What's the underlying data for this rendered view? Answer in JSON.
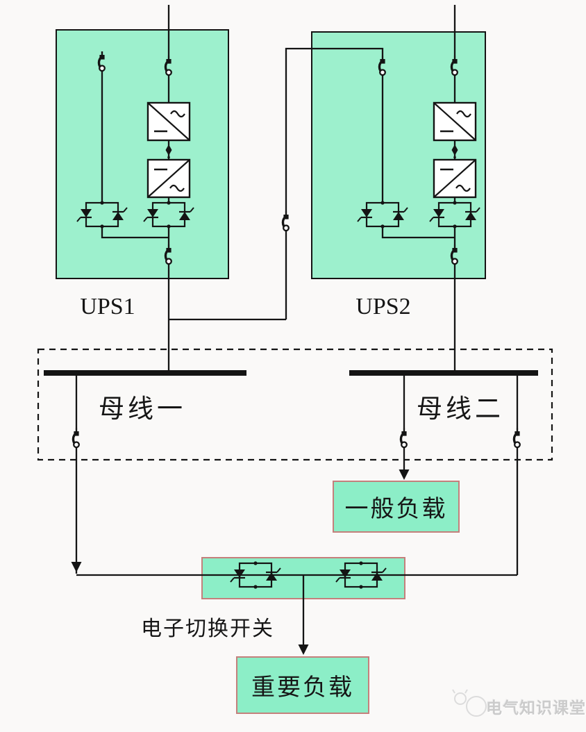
{
  "diagram": {
    "ups1_label": "UPS1",
    "ups2_label": "UPS2",
    "bus1_label": "母线一",
    "bus2_label": "母线二",
    "general_load_label": "一般负载",
    "transfer_switch_label": "电子切换开关",
    "critical_load_label": "重要负载"
  },
  "watermark": {
    "text": "电气知识课堂"
  },
  "colors": {
    "ups_box_fill": "#9df0cd",
    "ups_box_border": "#141414",
    "load_box_fill": "#8ceec7",
    "load_box_border": "#c4807c",
    "wire": "#141414",
    "background": "#faf9f8",
    "watermark_text": "#cbcbcb"
  },
  "icons": {
    "breaker_switch": "arc-contact-switch",
    "rectifier": "square-diagonal-ac-top-dc-bottom",
    "inverter": "square-diagonal-dc-top-ac-bottom",
    "static_switch": "anti-parallel-thyristor-pair-box",
    "battery_tap": "diamond-on-wire",
    "flow_arrow": "filled-down-arrowhead",
    "busbar": "thick-black-bar"
  }
}
